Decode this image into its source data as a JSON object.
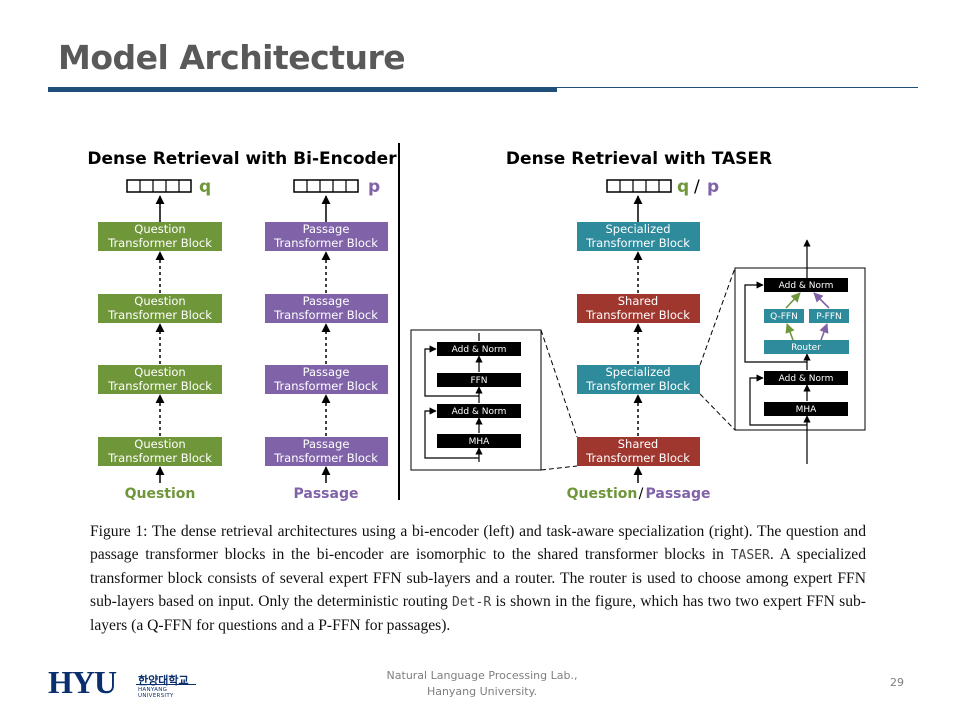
{
  "slide": {
    "title": "Model Architecture",
    "page_number": "29"
  },
  "footer": {
    "line1": "Natural Language Processing Lab.,",
    "line2": "Hanyang University."
  },
  "logo": {
    "text": "HYU",
    "korean": "한양대학교",
    "english": "HANYANG UNIVERSITY"
  },
  "colors": {
    "question": "#70963A",
    "passage": "#7F62A8",
    "specialized": "#2E8B9C",
    "shared": "#A0372F",
    "title_rule": "#1F4E79"
  },
  "left_panel": {
    "heading": "Dense Retrieval with Bi-Encoder",
    "q_symbol": "q",
    "p_symbol": "p",
    "question_block": [
      "Question",
      "Transformer Block"
    ],
    "passage_block": [
      "Passage",
      "Transformer Block"
    ],
    "question_input": "Question",
    "passage_input": "Passage"
  },
  "right_panel": {
    "heading": "Dense Retrieval with TASER",
    "q_symbol": "q",
    "slash": "/",
    "p_symbol": "p",
    "specialized_block": [
      "Specialized",
      "Transformer Block"
    ],
    "shared_block": [
      "Shared",
      "Transformer Block"
    ],
    "input_question": "Question",
    "input_slash": "/",
    "input_passage": "Passage"
  },
  "shared_detail": {
    "add_norm": "Add & Norm",
    "ffn": "FFN",
    "mha": "MHA"
  },
  "specialized_detail": {
    "add_norm": "Add & Norm",
    "q_ffn": "Q-FFN",
    "p_ffn": "P-FFN",
    "router": "Router",
    "mha": "MHA"
  },
  "caption": {
    "part1": "Figure 1:  The dense retrieval architectures using a bi-encoder (left) and task-aware specialization (right).  The question and passage transformer blocks in the bi-encoder are isomorphic to the shared transformer blocks in ",
    "mono1": "TASER",
    "part2": ". A specialized transformer block consists of several expert FFN sub-layers and a router. The router is used to choose among expert FFN sub-layers based on input.  Only the deterministic routing ",
    "mono2": "Det-R",
    "part3": " is shown in the figure, which has two two expert FFN sub-layers (a Q-FFN for questions and a P-FFN for passages)."
  }
}
